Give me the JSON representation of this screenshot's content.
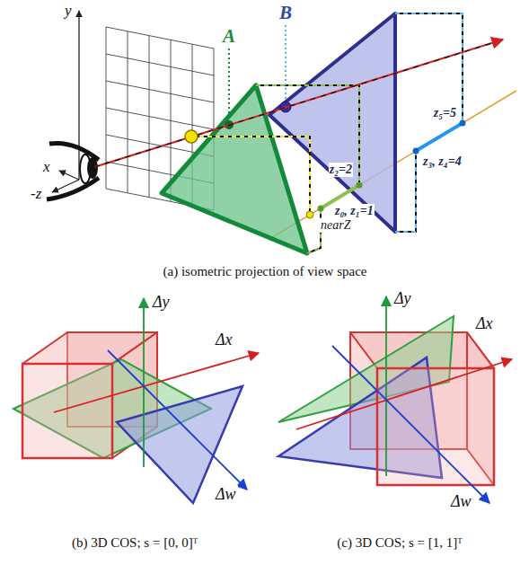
{
  "diagram": {
    "labels": [
      "y",
      "x",
      "-z",
      "A",
      "B",
      "z₂=2",
      "z₀, z₁=1",
      "nearZ",
      "z₅=5",
      "z₃, z₄=4",
      "(a) isometric projection of view space",
      "Δy",
      "Δx",
      "Δw",
      "(b) 3D COS; s = [0, 0]ᵀ",
      "Δy",
      "Δx",
      "Δw",
      "(c) 3D COS; s = [1, 1]ᵀ"
    ]
  }
}
